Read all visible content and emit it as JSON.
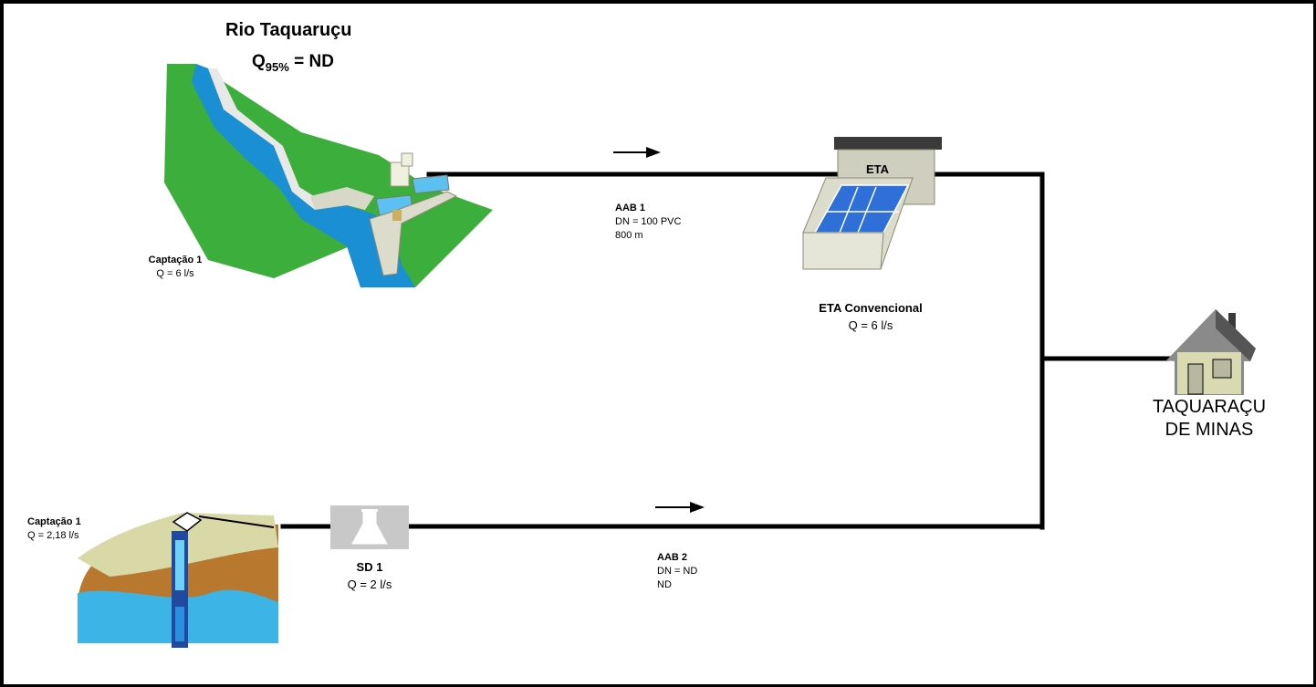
{
  "river": {
    "title": "Rio Taquaruçu",
    "flow_prefix": "Q",
    "flow_sub": "95%",
    "flow_value": "= ND"
  },
  "intake1": {
    "label": "Captação 1",
    "flow": "Q = 6 l/s"
  },
  "pipe1": {
    "name": "AAB 1",
    "dn": "DN = 100 PVC",
    "length": "800 m"
  },
  "eta": {
    "tank_label": "ETA",
    "name": "ETA Convencional",
    "flow": "Q = 6 l/s"
  },
  "well": {
    "label": "Captação 1",
    "flow": "Q = 2,18 l/s"
  },
  "sd": {
    "name": "SD 1",
    "flow": "Q = 2 l/s"
  },
  "pipe2": {
    "name": "AAB 2",
    "dn": "DN = ND",
    "length": "ND"
  },
  "city": {
    "line1": "TAQUARAÇU",
    "line2": "DE MINAS"
  },
  "colors": {
    "grass": "#3cae3c",
    "water": "#1b8fd4",
    "pipe": "#000000",
    "roof": "#8a8a8a"
  }
}
